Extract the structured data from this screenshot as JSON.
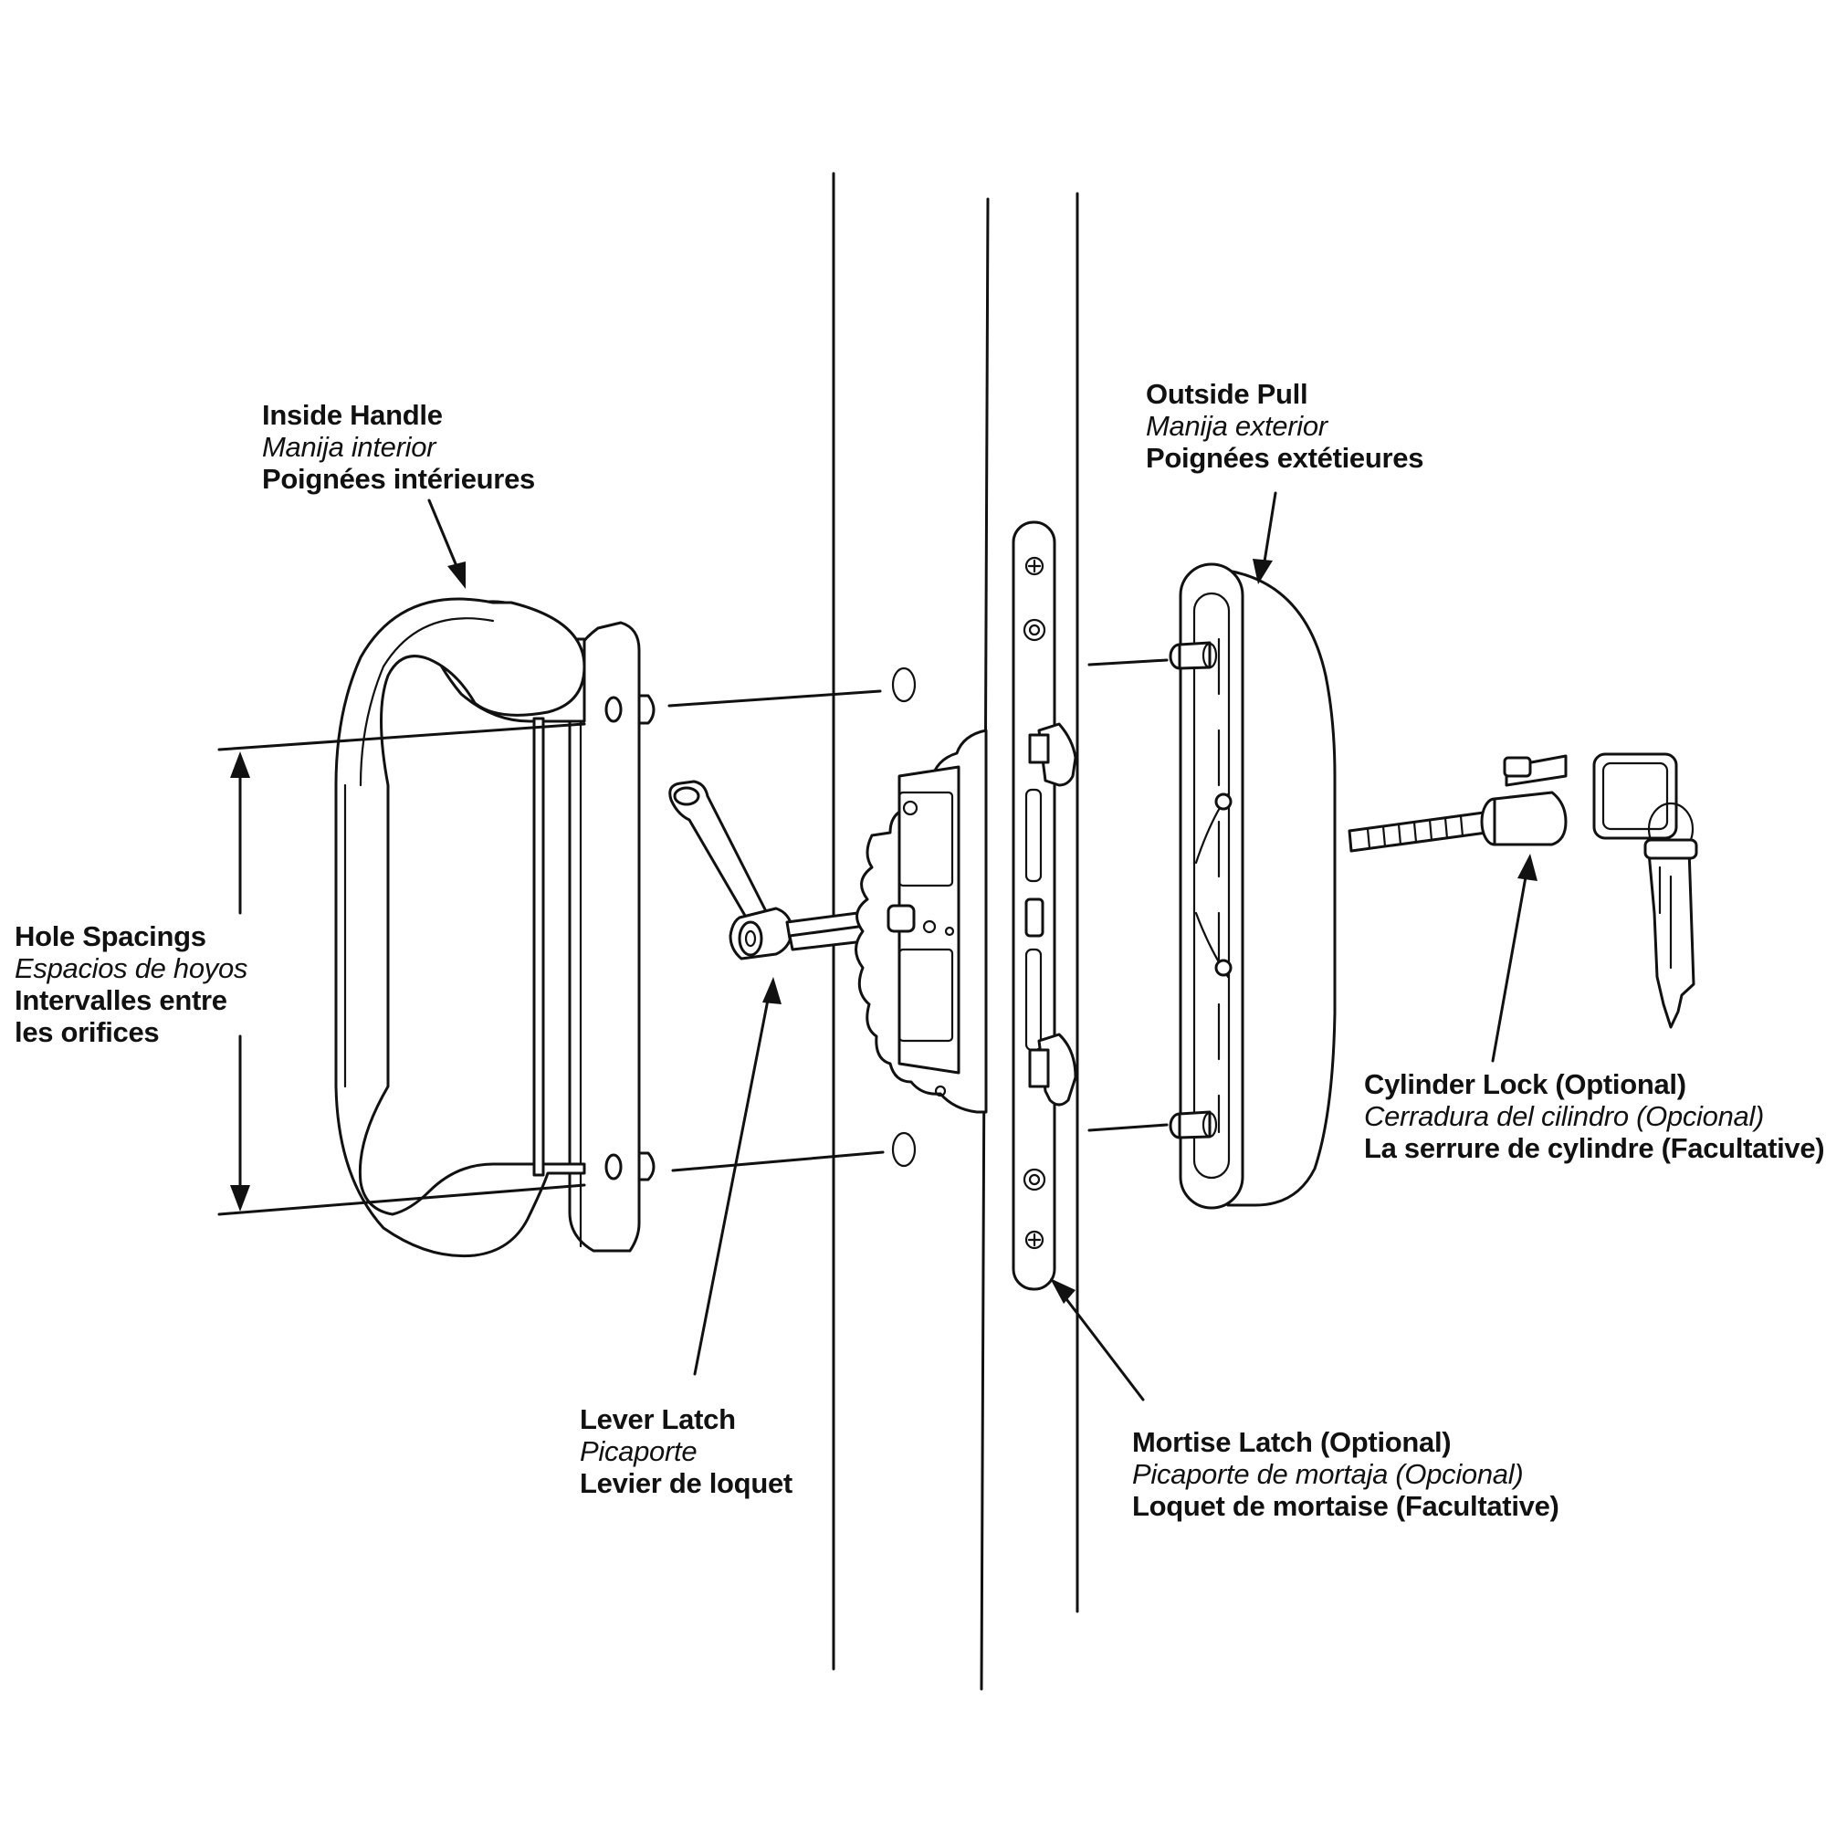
{
  "labels": {
    "inside_handle": {
      "en": "Inside Handle",
      "es": "Manija interior",
      "fr": "Poignées intérieures"
    },
    "outside_pull": {
      "en": "Outside Pull",
      "es": "Manija exterior",
      "fr": "Poignées extétieures"
    },
    "hole_spacings": {
      "en": "Hole Spacings",
      "es": "Espacios de hoyos",
      "fr1": "Intervalles entre",
      "fr2": "les orifices"
    },
    "cylinder_lock": {
      "en": "Cylinder Lock (Optional)",
      "es": "Cerradura del cilindro (Opcional)",
      "fr": "La serrure de cylindre (Facultative)"
    },
    "lever_latch": {
      "en": "Lever Latch",
      "es": "Picaporte",
      "fr": "Levier de loquet"
    },
    "mortise_latch": {
      "en": "Mortise Latch (Optional)",
      "es": "Picaporte de mortaja (Opcional)",
      "fr": "Loquet de mortaise (Facultative)"
    }
  },
  "colors": {
    "line": "#111111",
    "background": "#ffffff"
  }
}
